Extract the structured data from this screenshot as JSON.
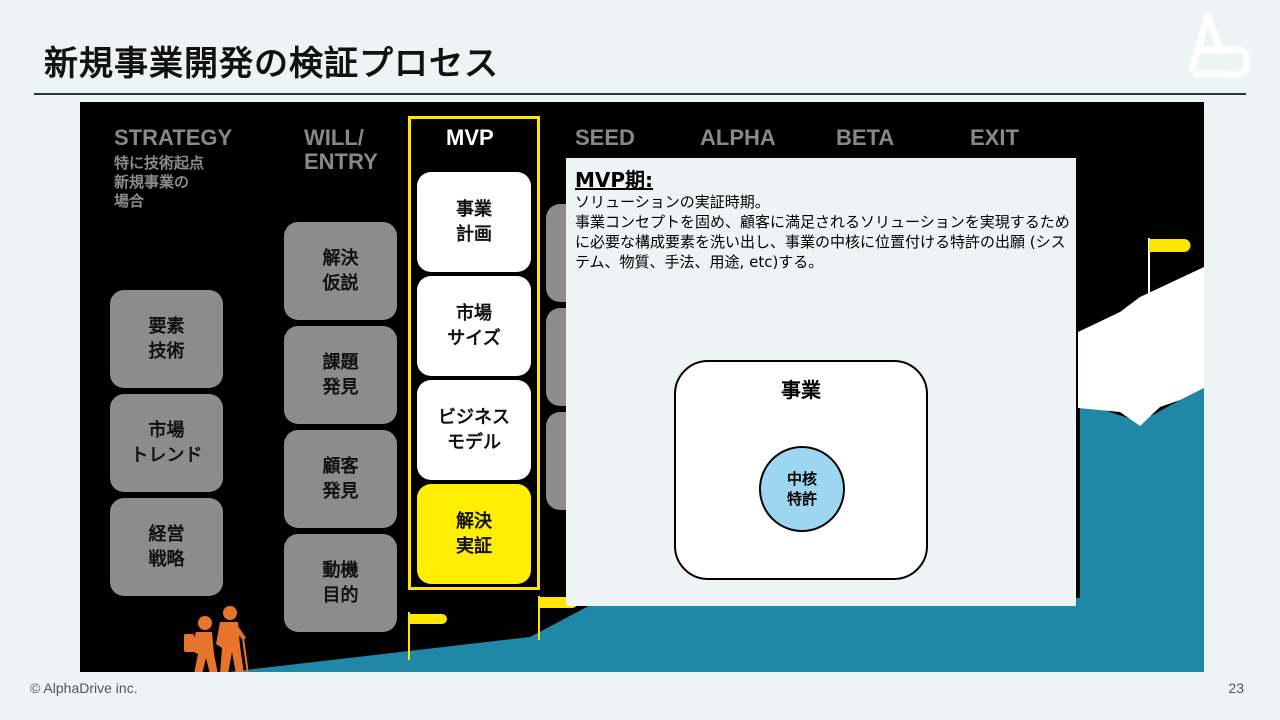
{
  "slide": {
    "title": "新規事業開発の検証プロセス",
    "footer_copyright": "© AlphaDrive inc.",
    "page_number": "23"
  },
  "phases": {
    "strategy": "STRATEGY",
    "strategy_note": "特に技術起点\n新規事業の\n場合",
    "will_entry": "WILL/\nENTRY",
    "mvp": "MVP",
    "seed": "SEED",
    "alpha": "ALPHA",
    "beta": "BETA",
    "exit": "EXIT"
  },
  "strategy_tiles": [
    "要素\n技術",
    "市場\nトレンド",
    "経営\n戦略"
  ],
  "will_tiles": [
    "解決\n仮説",
    "課題\n発見",
    "顧客\n発見",
    "動機\n目的"
  ],
  "mvp_tiles": [
    "事業\n計画",
    "市場\nサイズ",
    "ビジネス\nモデル",
    "解決\n実証"
  ],
  "popup": {
    "title": "MVP期:",
    "line1": "ソリューションの実証時期。",
    "line2": "事業コンセプトを固め、顧客に満足されるソリューションを実現するために必要な構成要素を洗い出し、事業の中核に位置付ける特許の出願 (システム、物質、手法、用途, etc)する。",
    "diagram_outer_label": "事業",
    "diagram_inner_label": "中核\n特許"
  },
  "colors": {
    "mountain": "#1f88a7",
    "snow": "#ffffff",
    "flag": "#ffe600",
    "highlight": "#ffee00",
    "hikers": "#e8742c",
    "core_circle": "#9dd6f0"
  },
  "icons": {
    "logo": "alphadrive-logo-icon",
    "hikers": "hikers-icon",
    "flag": "flag-icon"
  }
}
